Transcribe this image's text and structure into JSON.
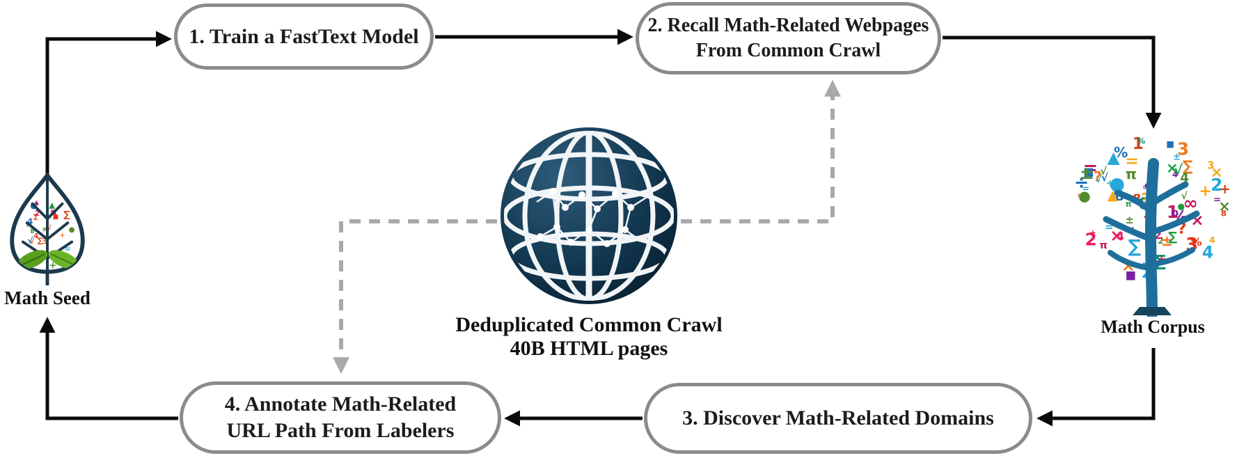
{
  "diagram": {
    "boxes": {
      "step1": {
        "label": "1. Train a FastText Model"
      },
      "step2": {
        "line1": "2. Recall Math-Related Webpages",
        "line2": "From Common Crawl"
      },
      "step3": {
        "label": "3. Discover Math-Related Domains"
      },
      "step4": {
        "line1": "4. Annotate Math-Related",
        "line2": "URL Path From Labelers"
      }
    },
    "labels": {
      "math_seed": "Math Seed",
      "math_corpus": "Math Corpus",
      "caption_line1": "Deduplicated Common Crawl",
      "caption_line2": "40B HTML pages"
    },
    "icons": {
      "math_seed": "leaf-seed-of-math-symbols-icon",
      "common_crawl": "dark-globe-network-icon",
      "math_corpus": "tree-of-math-symbols-icon"
    },
    "colors": {
      "box_border": "#8b8b8b",
      "solid_arrow": "#0a0a0a",
      "dashed_arrow": "#a9a9a9",
      "globe_navy": "#0c2538",
      "tree_trunk": "#1f6f9c",
      "leaf_outline": "#1d3a4d",
      "leaf_green": "#5a9e1f"
    },
    "decor": {
      "palette": [
        "#e63312",
        "#f07818",
        "#f5a81c",
        "#1f9e3f",
        "#0f8a6e",
        "#1f6fb5",
        "#28a8d8",
        "#7a1fa2",
        "#c2185b",
        "#e91e63",
        "#d84315",
        "#558b2f"
      ],
      "symbols": [
        "+",
        "÷",
        "×",
        "π",
        "%",
        "=",
        "3",
        "2",
        "8",
        "√",
        "∑",
        "±",
        "▲",
        "●",
        "■",
        "?",
        "1",
        "4",
        "≠",
        "∞"
      ]
    }
  }
}
